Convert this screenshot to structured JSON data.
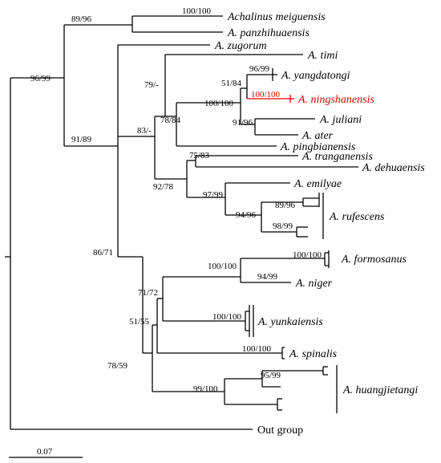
{
  "taxa": {
    "meiguensis": "Achalinus meiguensis",
    "panzhihuaensis": "A. panzhihuaensis",
    "zugorum": "A. zugorum",
    "timi": "A. timi",
    "yangdatongi": "A. yangdatongi",
    "ningshanensis": "A. ningshanensis",
    "juliani": "A. juliani",
    "ater": "A. ater",
    "pingbianensis": "A. pingbianensis",
    "tranganensis": "A. tranganensis",
    "dehuaensis": "A. dehuaensis",
    "emilyae": "A. emilyae",
    "rufescens": "A. rufescens",
    "formosanus": "A. formosanus",
    "niger": "A. niger",
    "yunkaiensis": "A. yunkaiensis",
    "spinalis": "A. spinalis",
    "huangjietangi": "A. huangjietangi",
    "outgroup": "Out group"
  },
  "support": {
    "s1": "100/100",
    "s2": "89/96",
    "s3": "96/99",
    "s4": "91/89",
    "s5": "96/99",
    "s6": "51/84",
    "s7": "100/100",
    "s8": "100/100",
    "s9": "79/-",
    "s10": "91/96",
    "s11": "78/84",
    "s12": "83/-",
    "s13": "75/83",
    "s14": "92/78",
    "s15": "97/99",
    "s16": "89/96",
    "s17": "94/96",
    "s18": "98/99",
    "s19": "86/71",
    "s20": "100/100",
    "s21": "100/100",
    "s22": "94/99",
    "s23": "71/72",
    "s24": "100/100",
    "s25": "51/55",
    "s26": "100/100",
    "s27": "78/59",
    "s28": "95/99",
    "s29": "99/100"
  },
  "scale_bar": {
    "label": "0.07"
  },
  "colors": {
    "highlight": "#e00000",
    "default": "#000000"
  }
}
